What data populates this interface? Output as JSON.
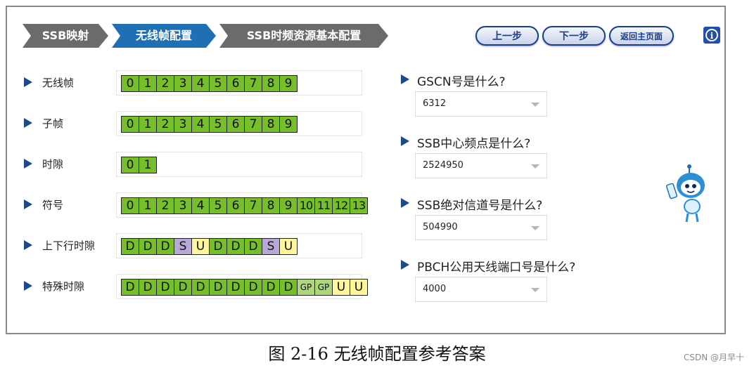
{
  "breadcrumb": [
    "SSB映射",
    "无线帧配置",
    "SSB时频资源基本配置"
  ],
  "nav": {
    "prev": "上一步",
    "next": "下一步",
    "home": "返回主页面",
    "info_glyph": "i"
  },
  "rows": [
    {
      "label": "无线帧",
      "cells": [
        {
          "t": "0",
          "k": "D"
        },
        {
          "t": "1",
          "k": "D"
        },
        {
          "t": "2",
          "k": "D"
        },
        {
          "t": "3",
          "k": "D"
        },
        {
          "t": "4",
          "k": "D"
        },
        {
          "t": "5",
          "k": "D"
        },
        {
          "t": "6",
          "k": "D"
        },
        {
          "t": "7",
          "k": "D"
        },
        {
          "t": "8",
          "k": "D"
        },
        {
          "t": "9",
          "k": "D"
        }
      ]
    },
    {
      "label": "子帧",
      "cells": [
        {
          "t": "0",
          "k": "D"
        },
        {
          "t": "1",
          "k": "D"
        },
        {
          "t": "2",
          "k": "D"
        },
        {
          "t": "3",
          "k": "D"
        },
        {
          "t": "4",
          "k": "D"
        },
        {
          "t": "5",
          "k": "D"
        },
        {
          "t": "6",
          "k": "D"
        },
        {
          "t": "7",
          "k": "D"
        },
        {
          "t": "8",
          "k": "D"
        },
        {
          "t": "9",
          "k": "D"
        }
      ]
    },
    {
      "label": "时隙",
      "cells": [
        {
          "t": "0",
          "k": "D"
        },
        {
          "t": "1",
          "k": "D"
        }
      ]
    },
    {
      "label": "符号",
      "cells": [
        {
          "t": "0",
          "k": "D"
        },
        {
          "t": "1",
          "k": "D"
        },
        {
          "t": "2",
          "k": "D"
        },
        {
          "t": "3",
          "k": "D"
        },
        {
          "t": "4",
          "k": "D"
        },
        {
          "t": "5",
          "k": "D"
        },
        {
          "t": "6",
          "k": "D"
        },
        {
          "t": "7",
          "k": "D"
        },
        {
          "t": "8",
          "k": "D"
        },
        {
          "t": "9",
          "k": "D"
        },
        {
          "t": "10",
          "k": "D"
        },
        {
          "t": "11",
          "k": "D"
        },
        {
          "t": "12",
          "k": "D"
        },
        {
          "t": "13",
          "k": "D"
        }
      ]
    },
    {
      "label": "上下行时隙",
      "cells": [
        {
          "t": "D",
          "k": "D"
        },
        {
          "t": "D",
          "k": "D"
        },
        {
          "t": "D",
          "k": "D"
        },
        {
          "t": "S",
          "k": "S"
        },
        {
          "t": "U",
          "k": "U"
        },
        {
          "t": "D",
          "k": "D"
        },
        {
          "t": "D",
          "k": "D"
        },
        {
          "t": "D",
          "k": "D"
        },
        {
          "t": "S",
          "k": "S"
        },
        {
          "t": "U",
          "k": "U"
        }
      ]
    },
    {
      "label": "特殊时隙",
      "cells": [
        {
          "t": "D",
          "k": "D"
        },
        {
          "t": "D",
          "k": "D"
        },
        {
          "t": "D",
          "k": "D"
        },
        {
          "t": "D",
          "k": "D"
        },
        {
          "t": "D",
          "k": "D"
        },
        {
          "t": "D",
          "k": "D"
        },
        {
          "t": "D",
          "k": "D"
        },
        {
          "t": "D",
          "k": "D"
        },
        {
          "t": "D",
          "k": "D"
        },
        {
          "t": "D",
          "k": "D"
        },
        {
          "t": "GP",
          "k": "GP"
        },
        {
          "t": "GP",
          "k": "GP"
        },
        {
          "t": "U",
          "k": "U"
        },
        {
          "t": "U",
          "k": "U"
        }
      ]
    }
  ],
  "questions": [
    {
      "label": "GSCN号是什么?",
      "value": "6312"
    },
    {
      "label": "SSB中心频点是什么?",
      "value": "2524950"
    },
    {
      "label": "SSB绝对信道号是什么?",
      "value": "504990"
    },
    {
      "label": "PBCH公用天线端口号是什么?",
      "value": "4000"
    }
  ],
  "caption": "图 2-16 无线帧配置参考答案",
  "watermark": "CSDN @月早十",
  "colors": {
    "downlink": "#76bf2a",
    "special": "#b8a8d8",
    "uplink": "#fff59a",
    "guard": "#aed67a",
    "accent": "#1f6fb5"
  }
}
